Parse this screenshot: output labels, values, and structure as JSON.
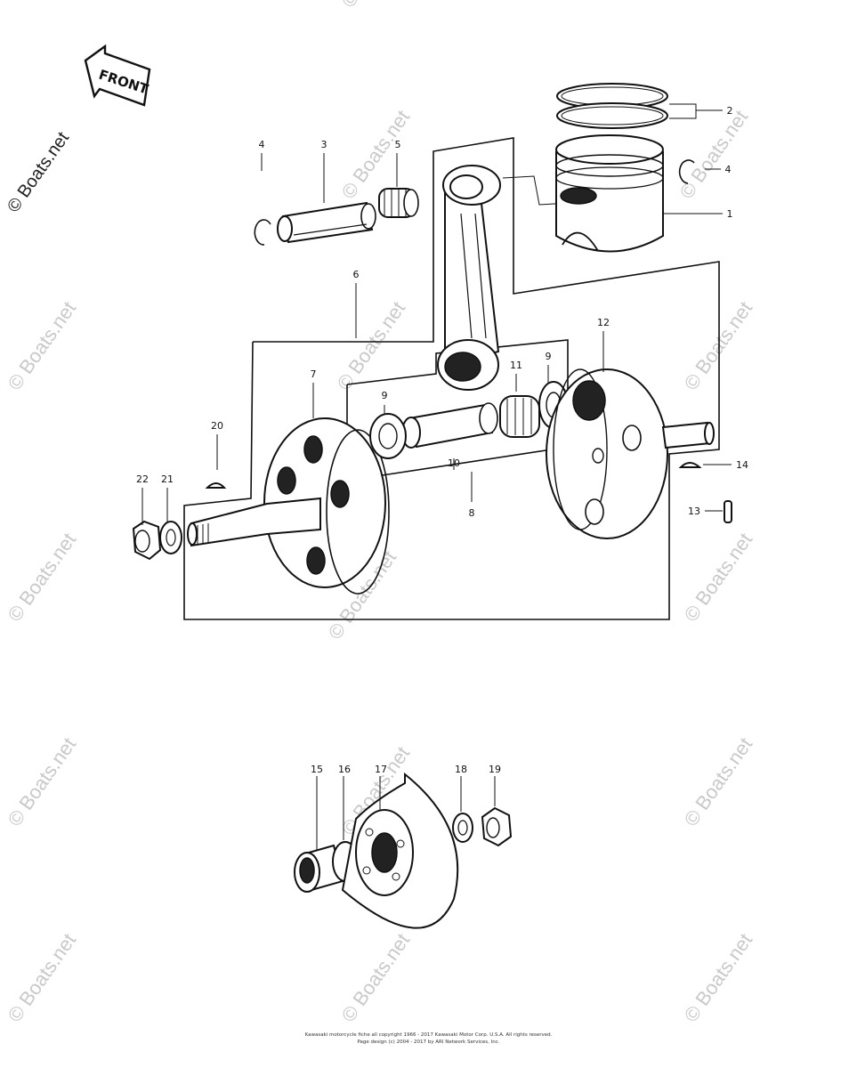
{
  "front_label": "FRONT",
  "side_watermark": "© Boats.net",
  "watermark": "© Boats.net",
  "callouts": [
    "1",
    "2",
    "3",
    "4",
    "4",
    "5",
    "6",
    "7",
    "8",
    "9",
    "9",
    "10",
    "11",
    "12",
    "13",
    "14",
    "15",
    "16",
    "17",
    "18",
    "19",
    "20",
    "21",
    "22"
  ],
  "footer": {
    "line1": "Kawasaki motorcycle fiche all copyright 1966 - 2017  Kawasaki Motor Corp. U.S.A.  All rights reserved.",
    "line2": "Page design (c) 2004 - 2017 by ARI Network Services, Inc."
  }
}
